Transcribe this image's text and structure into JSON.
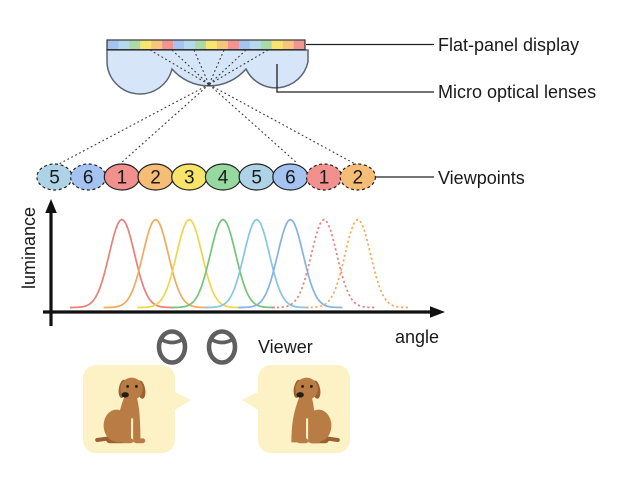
{
  "labels": {
    "flat_panel": "Flat-panel display",
    "lenses": "Micro optical lenses",
    "viewpoints": "Viewpoints",
    "viewer": "Viewer"
  },
  "display": {
    "lens_count": 3,
    "segment_colors_per_lens": [
      "#a5c3f0",
      "#b4d8ec",
      "#abdaa6",
      "#f7e56e",
      "#f8c57c",
      "#f49490"
    ]
  },
  "viewpoints": {
    "items": [
      {
        "label": "5",
        "color": "#aed3e6",
        "dashed": true
      },
      {
        "label": "6",
        "color": "#a5c3f0",
        "dashed": true
      },
      {
        "label": "1",
        "color": "#f1908c",
        "dashed": false
      },
      {
        "label": "2",
        "color": "#f6bd77",
        "dashed": false
      },
      {
        "label": "3",
        "color": "#f7e468",
        "dashed": false
      },
      {
        "label": "4",
        "color": "#97d7a0",
        "dashed": false
      },
      {
        "label": "5",
        "color": "#aed3e6",
        "dashed": false
      },
      {
        "label": "6",
        "color": "#a5c3f0",
        "dashed": false
      },
      {
        "label": "1",
        "color": "#f1908c",
        "dashed": true
      },
      {
        "label": "2",
        "color": "#f6bd77",
        "dashed": true
      }
    ]
  },
  "chart_data": {
    "type": "line",
    "title": "",
    "xlabel": "angle",
    "ylabel": "luminance",
    "grid": false,
    "legend": "none",
    "curve_shape": "gaussian",
    "series": [
      {
        "name": "viewpoint 1",
        "color": "#e87f79",
        "line_style": "solid",
        "peak_slot": 1,
        "peak_value": 1.0
      },
      {
        "name": "viewpoint 2",
        "color": "#f2a95e",
        "line_style": "solid",
        "peak_slot": 2,
        "peak_value": 1.0
      },
      {
        "name": "viewpoint 3",
        "color": "#f1d44e",
        "line_style": "solid",
        "peak_slot": 3,
        "peak_value": 1.0
      },
      {
        "name": "viewpoint 4",
        "color": "#74c478",
        "line_style": "solid",
        "peak_slot": 4,
        "peak_value": 1.0
      },
      {
        "name": "viewpoint 5",
        "color": "#86c5e4",
        "line_style": "solid",
        "peak_slot": 5,
        "peak_value": 1.0
      },
      {
        "name": "viewpoint 6",
        "color": "#85b1e3",
        "line_style": "solid",
        "peak_slot": 6,
        "peak_value": 1.0
      },
      {
        "name": "viewpoint 1 (repeat)",
        "color": "#e87f79",
        "line_style": "dotted",
        "peak_slot": 7,
        "peak_value": 1.0
      },
      {
        "name": "viewpoint 2 (repeat)",
        "color": "#f2a95e",
        "line_style": "dotted",
        "peak_slot": 8,
        "peak_value": 1.0
      }
    ]
  },
  "colors": {
    "bubble": "#fcf2c6",
    "dog_main": "#b97c45",
    "dog_dark": "#9a6133",
    "dog_black": "#221e1a",
    "lens_fill": "#d6e5f8",
    "lens_stroke": "#5a6575",
    "viewer_gray": "#5f5f5f",
    "line": "#2a2a2a"
  }
}
